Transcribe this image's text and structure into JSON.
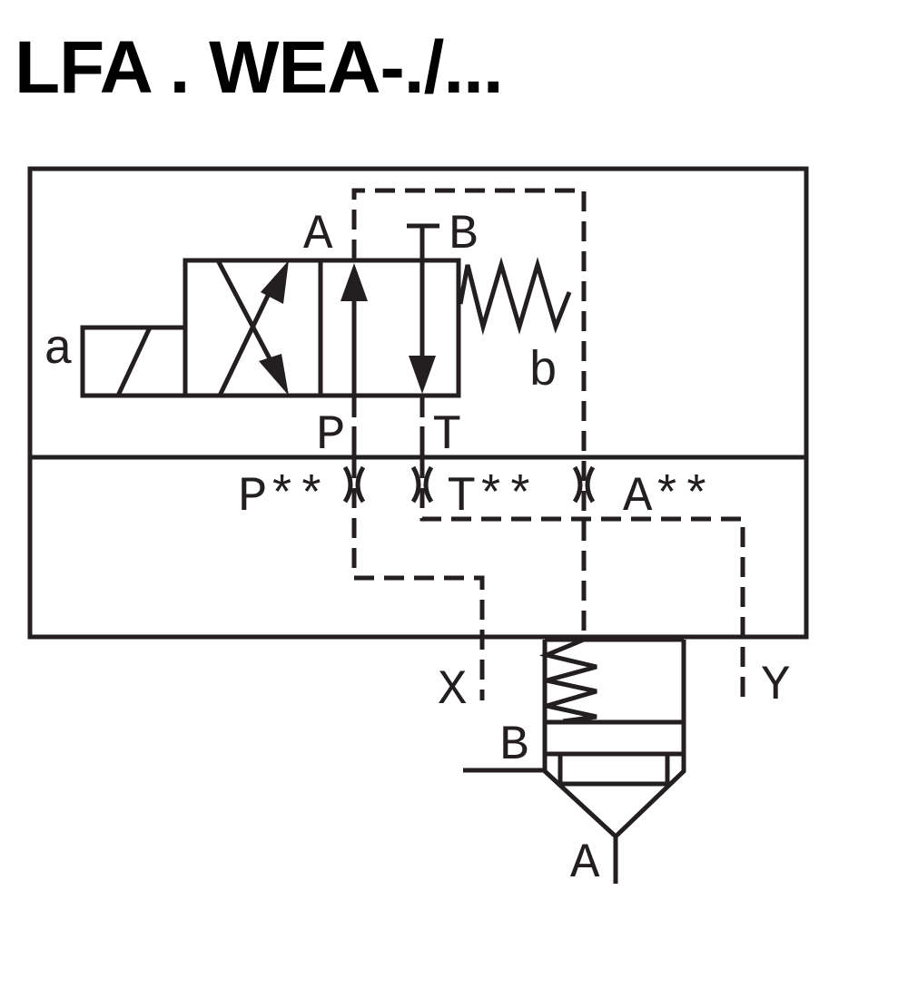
{
  "title": "LFA . WEA-./...",
  "labels": {
    "valve_A": "A",
    "valve_B": "B",
    "solenoid_a": "a",
    "spring_b": "b",
    "valve_P": "P",
    "valve_T": "T",
    "orifice_P": "P**",
    "orifice_T": "T**",
    "orifice_A": "A**",
    "port_X": "X",
    "port_Y": "Y",
    "cartridge_B": "B",
    "cartridge_A": "A"
  },
  "colors": {
    "line": "#231f20",
    "background": "#ffffff"
  }
}
